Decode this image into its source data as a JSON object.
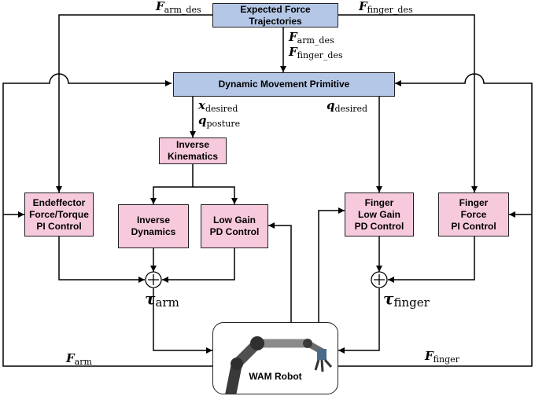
{
  "nodes": {
    "expected_force": "Expected Force Trajectories",
    "dmp": "Dynamic Movement Primitive",
    "inverse_kinematics": "Inverse\nKinematics",
    "ee_control": "Endeffector\nForce/Torque\nPI Control",
    "inverse_dynamics": "Inverse\nDynamics",
    "low_gain_pd": "Low Gain\nPD Control",
    "finger_pd": "Finger\nLow Gain\nPD Control",
    "finger_force": "Finger\nForce\nPI Control",
    "robot": "WAM Robot"
  },
  "labels": {
    "f_arm_des_top": {
      "sym": "F",
      "sub": "arm_des"
    },
    "f_finger_des_top": {
      "sym": "F",
      "sub": "finger_des"
    },
    "f_arm_des_mid": {
      "sym": "F",
      "sub": "arm_des"
    },
    "f_finger_des_mid": {
      "sym": "F",
      "sub": "finger_des"
    },
    "x_desired": {
      "sym": "x",
      "sub": "desired"
    },
    "q_posture": {
      "sym": "q",
      "sub": "posture"
    },
    "q_desired": {
      "sym": "q",
      "sub": "desired"
    },
    "tau_arm": {
      "sym": "τ",
      "sub": "arm"
    },
    "tau_finger": {
      "sym": "τ",
      "sub": "finger"
    },
    "f_arm": {
      "sym": "F",
      "sub": "arm"
    },
    "f_finger": {
      "sym": "F",
      "sub": "finger"
    }
  },
  "colors": {
    "box_blue": "#b4c7e7",
    "box_pink": "#f7c9dc",
    "line": "#000000"
  }
}
